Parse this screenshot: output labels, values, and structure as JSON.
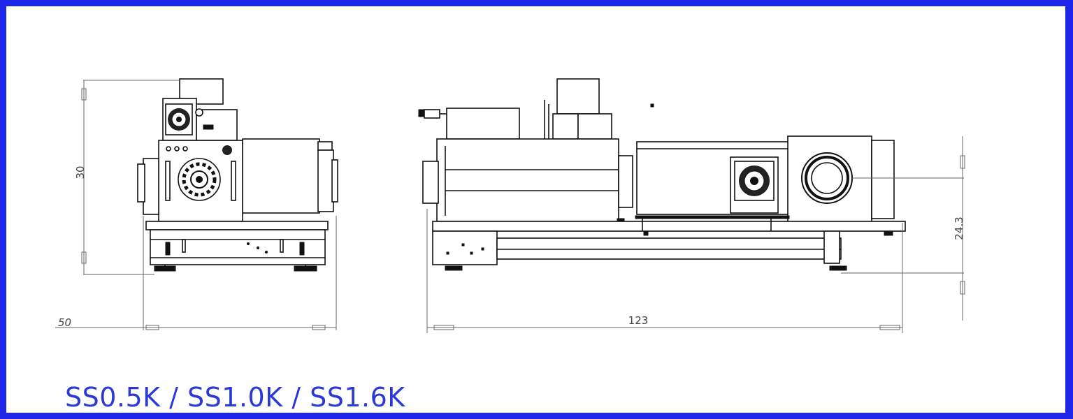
{
  "dimensions": {
    "side_height": "30",
    "side_offset": "50",
    "front_length": "123",
    "front_height": "24.3"
  },
  "model_title": "SS0.5K / SS1.0K / SS1.6K"
}
